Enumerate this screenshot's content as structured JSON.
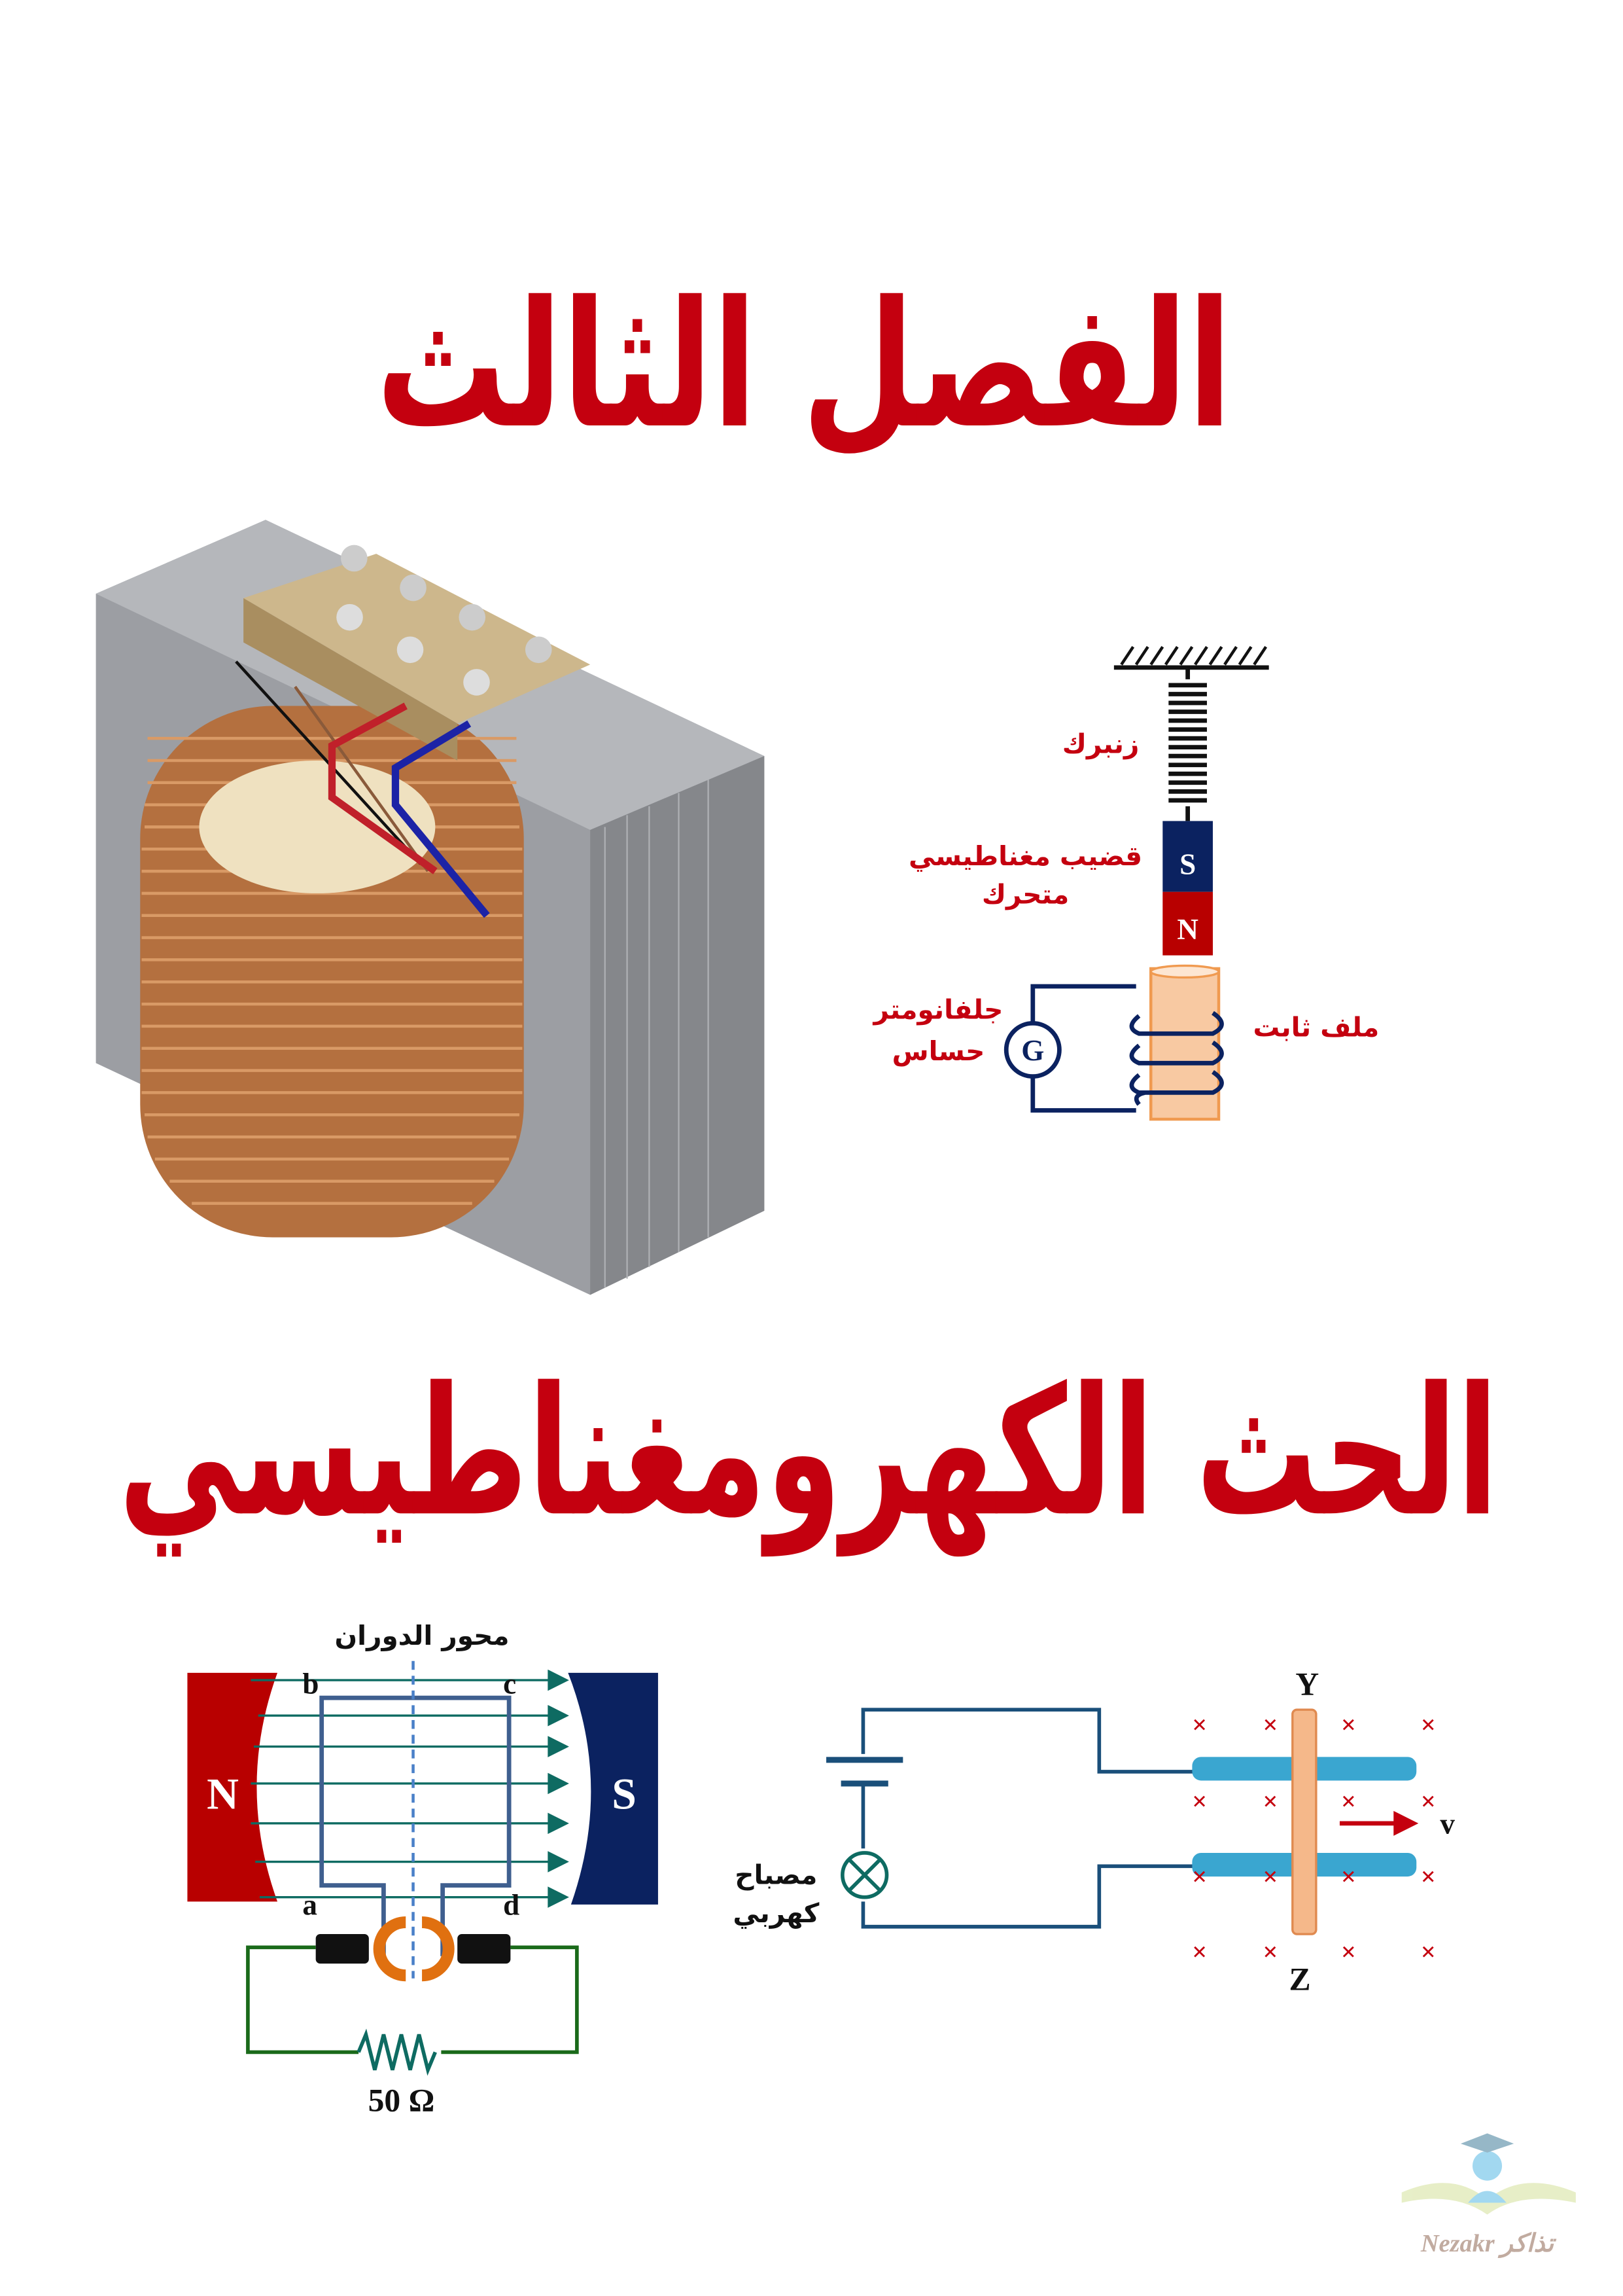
{
  "chapter_title": "الفصل الثالث",
  "main_title": "الحث الكهرومغناطيسي",
  "spring_diagram": {
    "spring_label": "زنبرك",
    "magnet_label_line1": "قضيب مغناطيسي",
    "magnet_label_line2": "متحرك",
    "galvanometer_label_line1": "جلفانومتر",
    "galvanometer_label_line2": "حساس",
    "coil_label": "ملف ثابت",
    "pole_s": "S",
    "pole_n": "N",
    "galvanometer_symbol": "G"
  },
  "generator_diagram": {
    "axis_label": "محور الدوران",
    "pole_n": "N",
    "pole_s": "S",
    "corner_a": "a",
    "corner_b": "b",
    "corner_c": "c",
    "corner_d": "d",
    "resistance": "50 Ω"
  },
  "rail_diagram": {
    "lamp_label_line1": "مصباح",
    "lamp_label_line2": "كهربي",
    "end_top": "Y",
    "end_bottom": "Z",
    "velocity": "v",
    "field_mark": "×"
  },
  "logo": {
    "text": "Nezakr تذاكر"
  },
  "colors": {
    "title_red": "#c4000f",
    "navy": "#0b2260",
    "magnet_red": "#b80000",
    "field_green": "#0e6b62"
  }
}
